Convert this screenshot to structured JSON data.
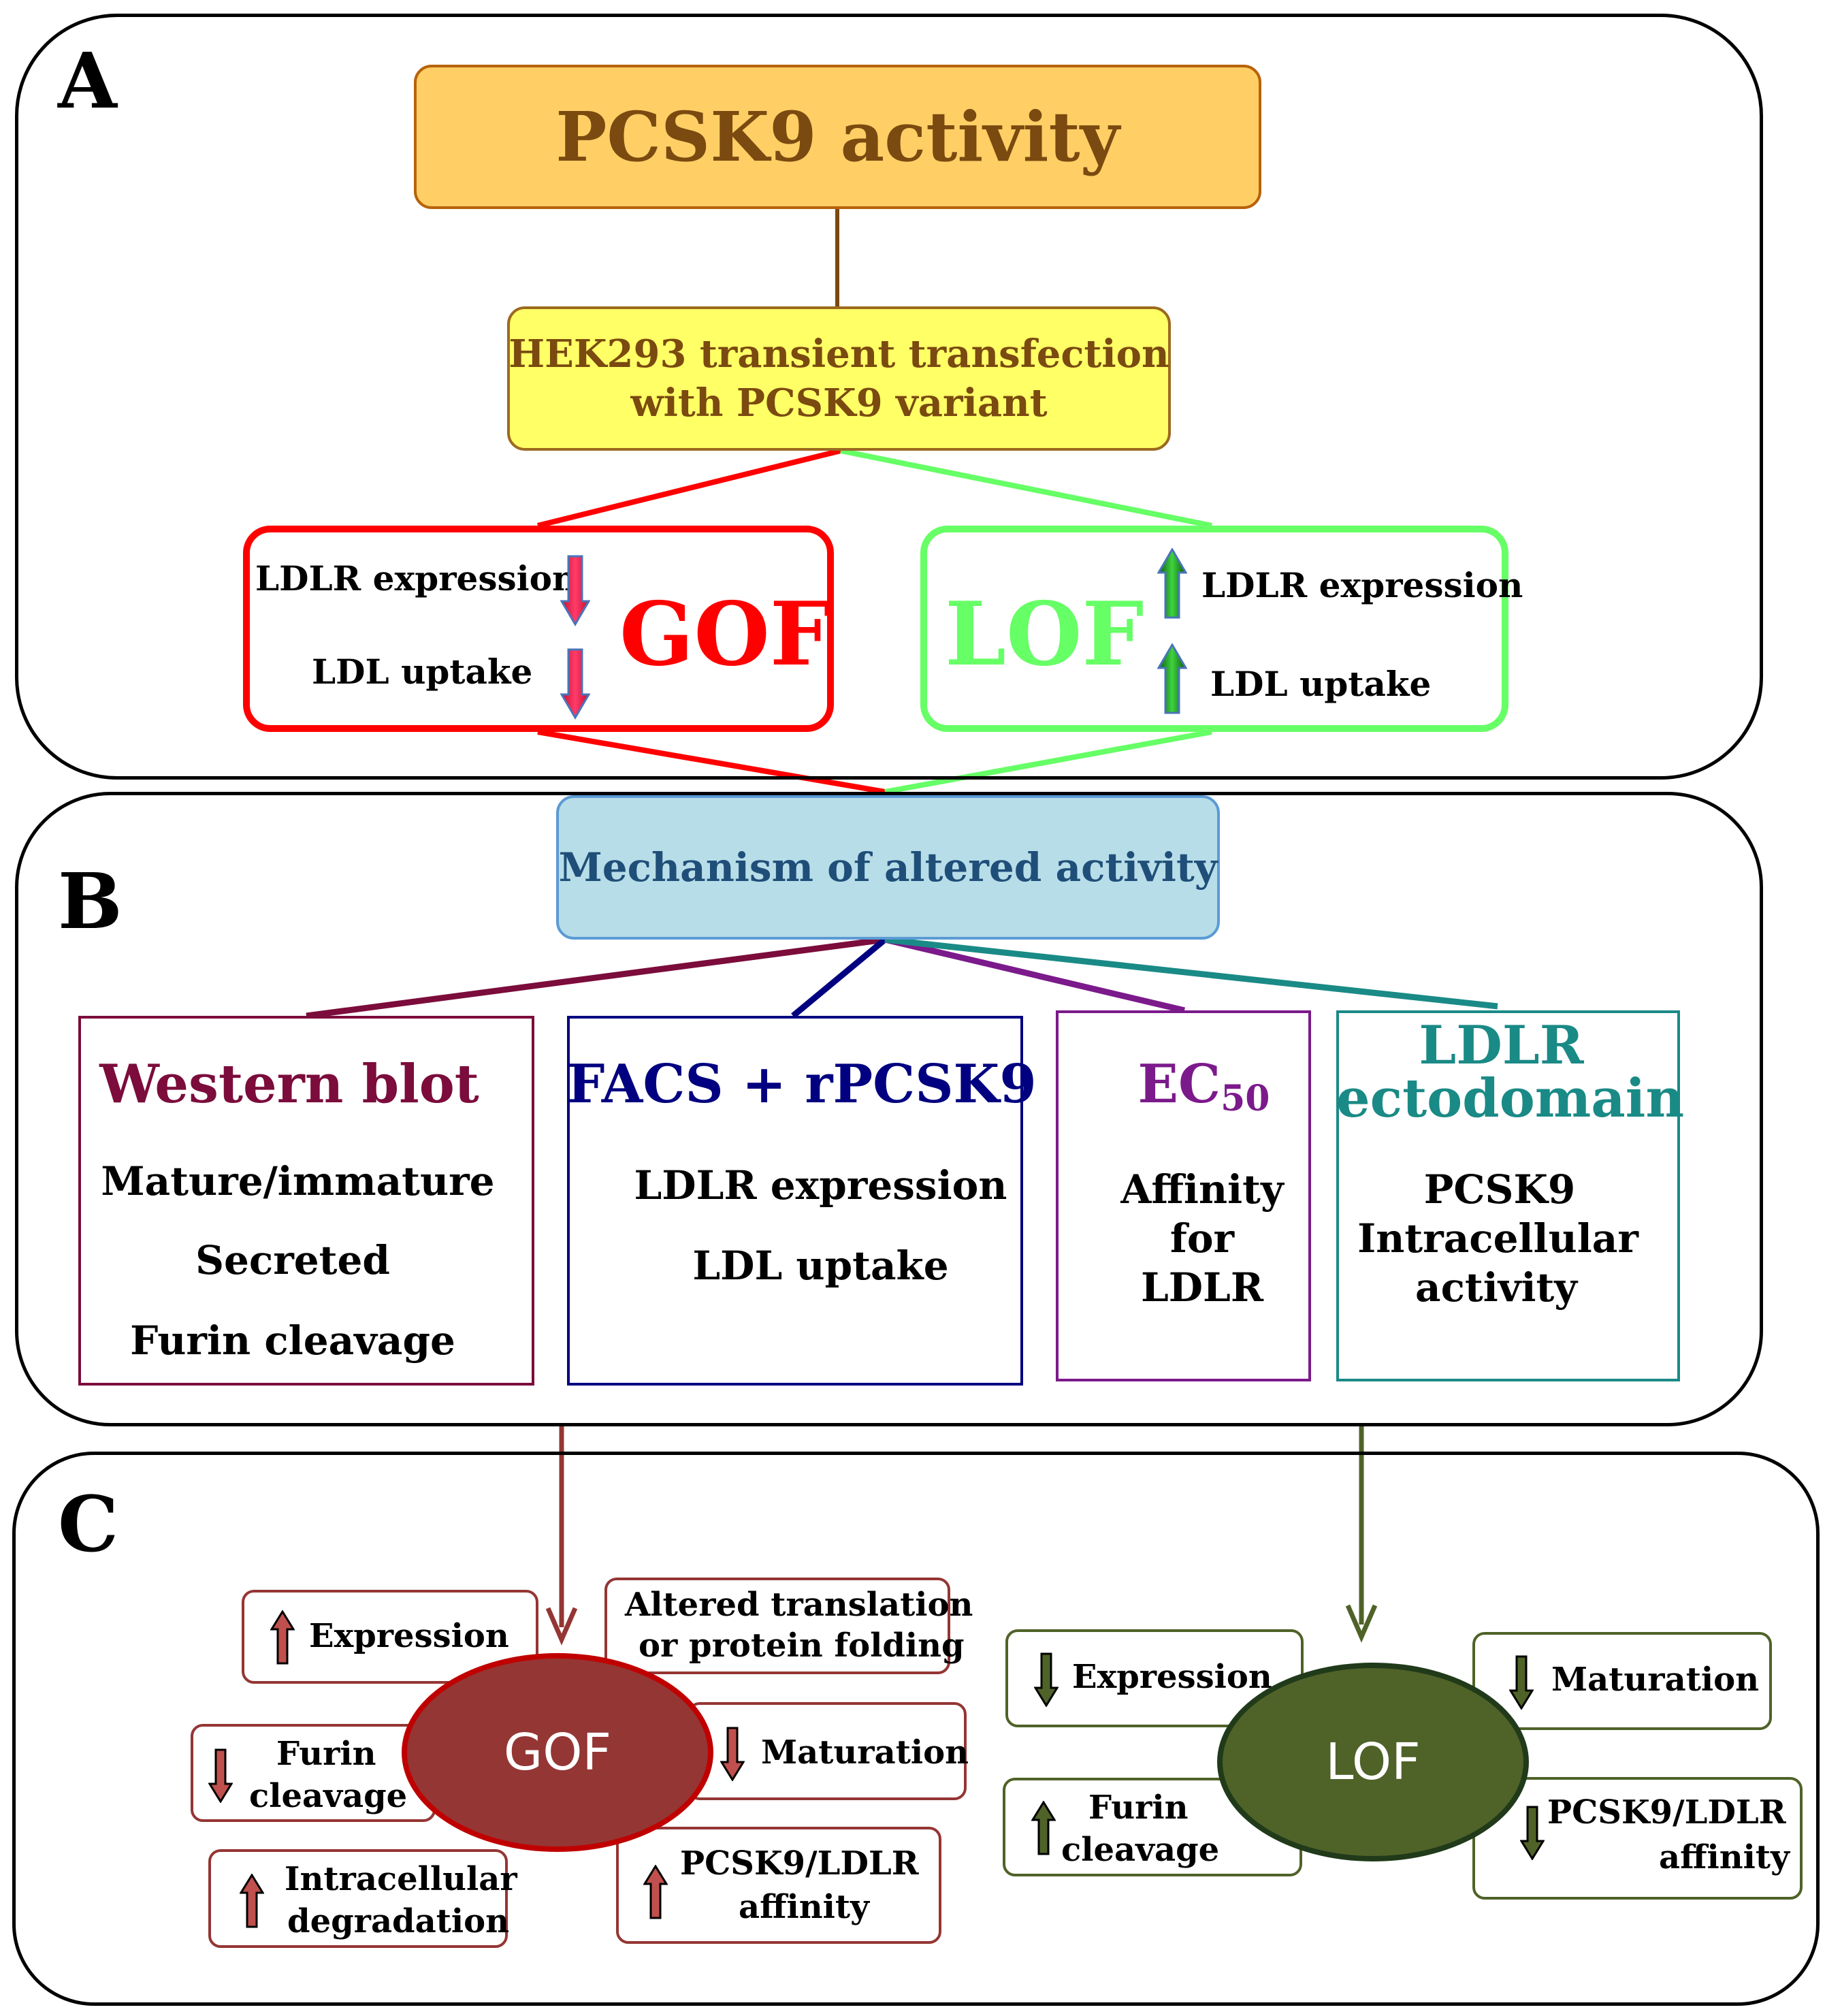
{
  "panels": {
    "a": {
      "label": "A"
    },
    "b": {
      "label": "B"
    },
    "c": {
      "label": "C"
    }
  },
  "top_box": {
    "title": "PCSK9 activity"
  },
  "method_box": {
    "line1": "HEK293 transient transfection",
    "line2": "with PCSK9 variant"
  },
  "gof_outcome": {
    "title": "GOF",
    "row1": "LDLR expression",
    "row2": "LDL uptake",
    "arrow_direction": "down"
  },
  "lof_outcome": {
    "title": "LOF",
    "row1": "LDLR expression",
    "row2": "LDL uptake",
    "arrow_direction": "up"
  },
  "mechanism_box": {
    "title": "Mechanism of altered activity"
  },
  "assays": [
    {
      "title": "Western blot",
      "items": [
        "Mature/immature",
        "Secreted",
        "Furin cleavage"
      ]
    },
    {
      "title": "FACS + rPCSK9",
      "items": [
        "LDLR expression",
        "LDL uptake"
      ]
    },
    {
      "title": "EC",
      "title_sub": "50",
      "items": [
        "Affinity",
        "for",
        "LDLR"
      ]
    },
    {
      "title_lines": [
        "LDLR",
        "ectodomain"
      ],
      "items": [
        "PCSK9",
        "Intracellular",
        "activity"
      ]
    }
  ],
  "gof_mechanisms": {
    "center": "GOF",
    "tags": [
      {
        "arrow": "up",
        "lines": [
          "Expression"
        ]
      },
      {
        "arrow": "none",
        "lines": [
          "Altered translation",
          "or protein folding"
        ]
      },
      {
        "arrow": "down",
        "lines": [
          "Furin",
          "cleavage"
        ]
      },
      {
        "arrow": "down",
        "lines": [
          "Maturation"
        ]
      },
      {
        "arrow": "up",
        "lines": [
          "Intracellular",
          "degradation"
        ]
      },
      {
        "arrow": "up",
        "lines": [
          "PCSK9/LDLR",
          "affinity"
        ]
      }
    ]
  },
  "lof_mechanisms": {
    "center": "LOF",
    "tags": [
      {
        "arrow": "down",
        "lines": [
          "Expression"
        ]
      },
      {
        "arrow": "down",
        "lines": [
          "Maturation"
        ]
      },
      {
        "arrow": "up",
        "lines": [
          "Furin",
          "cleavage"
        ]
      },
      {
        "arrow": "down",
        "lines": [
          "PCSK9/LDLR",
          "affinity"
        ]
      }
    ]
  },
  "colors": {
    "top_fill": "#ffcf66",
    "top_border": "#b8620a",
    "top_text": "#7a4a10",
    "method_fill": "#ffff66",
    "method_border": "#9c6a1f",
    "gof": "#ff0000",
    "lof": "#66ff66",
    "mechanism_fill": "#b7dde8",
    "mechanism_border": "#5b9bd5",
    "mechanism_text": "#1f4e79",
    "western": "#7b0c3b",
    "facs": "#000080",
    "ec50": "#7b1a8b",
    "ecto": "#1a8a86",
    "gof_dark": "#943634",
    "lof_dark": "#4f6228"
  }
}
